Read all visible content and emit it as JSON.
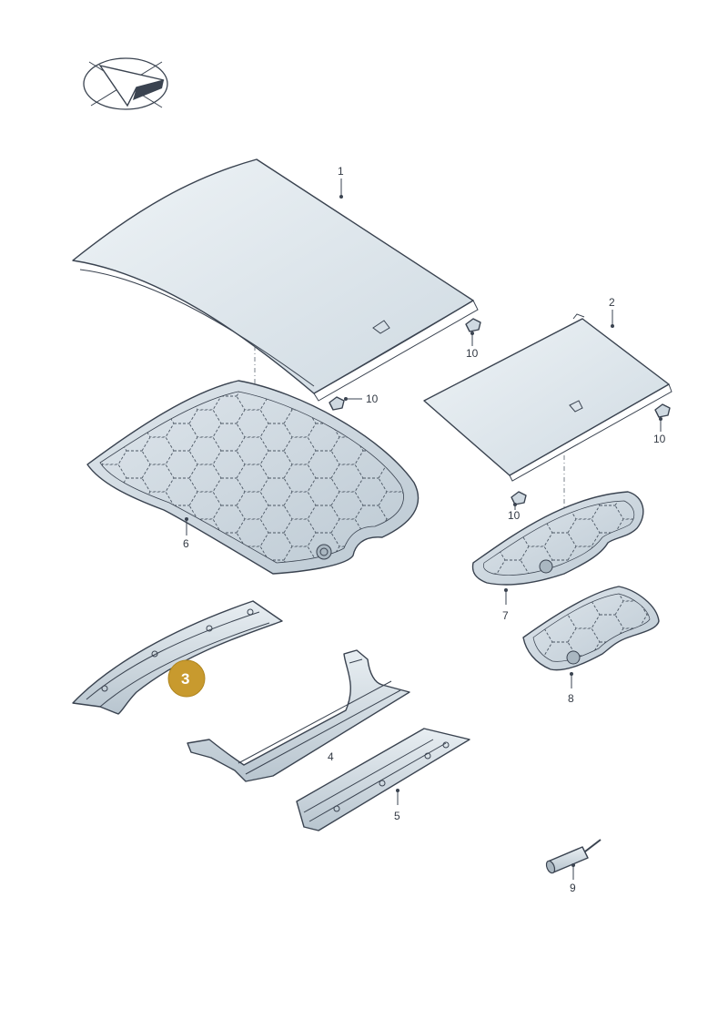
{
  "callouts": {
    "c1": "1",
    "c2": "2",
    "c3": "3",
    "c4": "4",
    "c5": "5",
    "c6": "6",
    "c7": "7",
    "c8": "8",
    "c9": "9",
    "c10a": "10",
    "c10b": "10",
    "c10c": "10",
    "c10d": "10"
  },
  "colors": {
    "panel_fill": "#dde5eb",
    "liner_fill": "#cfd9e1",
    "badge_fill": "#c89a2e"
  },
  "icons": {
    "logo": "arrow-emblem-icon"
  }
}
